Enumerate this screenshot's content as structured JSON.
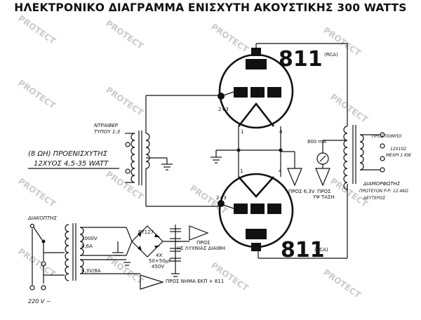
{
  "title": "ΗΛΕΚΤΡΟΝΙΚΟ ΔΙΑΓΡΑΜΜΑ ΕΝΙΣΧΥΤΗ ΑΚΟΥΣΤΙΚΗΣ 300 WATTS",
  "watermark": "PROTECT",
  "tubes": {
    "top": {
      "number": "811",
      "maker": "(RCA)"
    },
    "bottom": {
      "number": "811",
      "maker": "(RCA)"
    }
  },
  "pins": {
    "grid": "2+3",
    "filament_left": "1",
    "filament_right": "4"
  },
  "labels": {
    "driver_line1": "ΝΤΡΑΙΒΕΡ",
    "driver_line2": "ΤΥΠΟΥ 1:3",
    "preamp_line1": "(8 ΩΗ) ΠΡΟΕΝΙΣΧΥΤΗΣ",
    "preamp_line2": "12ΧΥΟΣ 4,5-35 WATT",
    "switch": "ΔΙΑΚΟΠΤΗΣ",
    "rectifier": "BY127",
    "v1000": "1000V",
    "a06": "0,6A",
    "v63": "6,3V/8A",
    "mains": "220 V ~",
    "caps_line1": "4X",
    "caps_line2": "50+50μF",
    "caps_line3": "450V",
    "to_plate": "ΠΡΟΣ",
    "to_plate_line2": "ΗΣ ΛΥΧΝΙΑΣ ΔΙΑΙΘΗ",
    "to_filaments": "ΠΡΟΣ ΝΗΜΑ ΕΚΠ + 811",
    "to_63v": "ΠΡΟΣ 6,3V",
    "to_hv_line1": "ΠΡΟΣ",
    "to_hv_line2": "ΥΨ ΤΑΣΗ",
    "meter": "800 mA",
    "to_speaker": "ΠΡΟΣ ΠΟΜΠΟ",
    "out_spec_line1": "12Χ102",
    "out_spec_line2": "ΜΕΧΡΙ 1 KW",
    "mod_line1": "ΔΙΑΜΟΡΦΩΤΗΣ",
    "mod_line2": "ΠΡΩΤΕΥΟΝ P-P: 12.4ΚΩ",
    "mod_line3": "ΔΕΥΤΕΡΟΣ"
  }
}
